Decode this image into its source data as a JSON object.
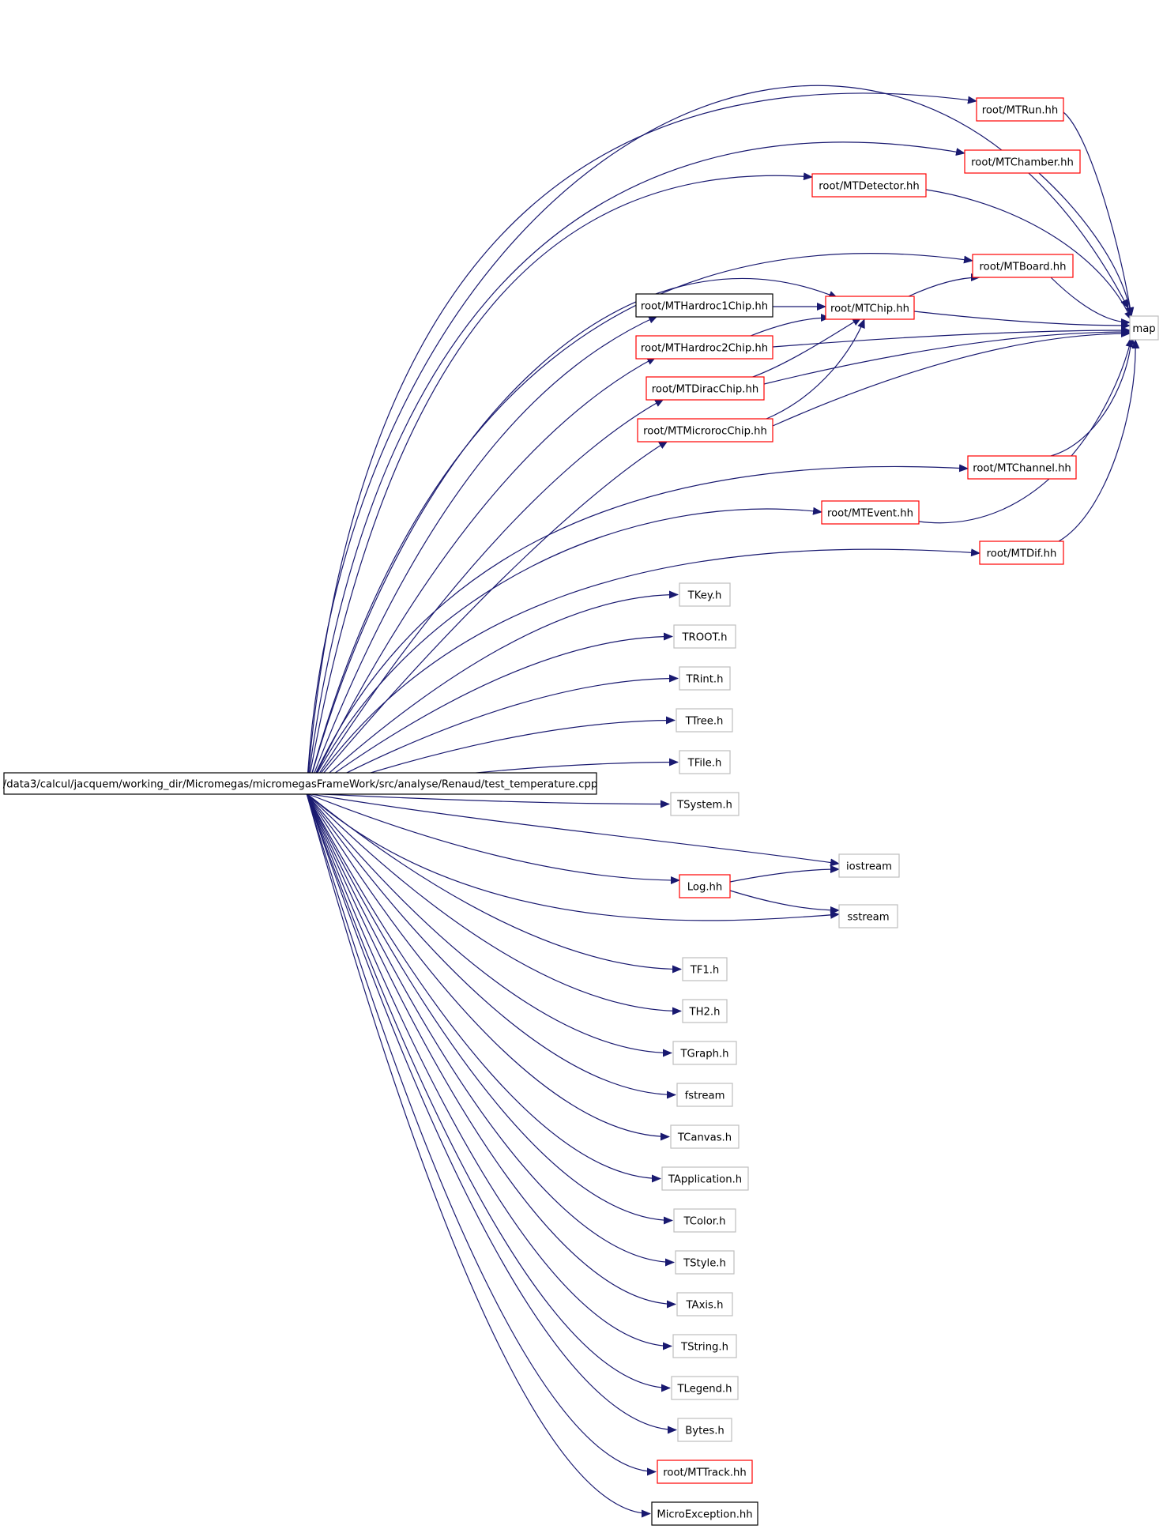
{
  "colors": {
    "edge": "#191970",
    "root_fill": "#bfbfbf",
    "border_root": "#000000",
    "border_black": "#000000",
    "border_red": "#ff0000",
    "border_gray": "#bfbfbf"
  },
  "nodes": {
    "root": {
      "label": "/data3/calcul/jacquem/working_dir/Micromegas/micromegasFrameWork/src/analyse/Renaud/test_temperature.cpp",
      "style": "root"
    },
    "map": {
      "label": "map",
      "style": "gray"
    },
    "mtrun": {
      "label": "root/MTRun.hh",
      "style": "red"
    },
    "mtchamber": {
      "label": "root/MTChamber.hh",
      "style": "red"
    },
    "mtdetector": {
      "label": "root/MTDetector.hh",
      "style": "red"
    },
    "mtboard": {
      "label": "root/MTBoard.hh",
      "style": "red"
    },
    "mthardroc1": {
      "label": "root/MTHardroc1Chip.hh",
      "style": "black"
    },
    "mtchip": {
      "label": "root/MTChip.hh",
      "style": "red"
    },
    "mthardroc2": {
      "label": "root/MTHardroc2Chip.hh",
      "style": "red"
    },
    "mtdirac": {
      "label": "root/MTDiracChip.hh",
      "style": "red"
    },
    "mtmicroroc": {
      "label": "root/MTMicrorocChip.hh",
      "style": "red"
    },
    "mtchannel": {
      "label": "root/MTChannel.hh",
      "style": "red"
    },
    "mtevent": {
      "label": "root/MTEvent.hh",
      "style": "red"
    },
    "mtdif": {
      "label": "root/MTDif.hh",
      "style": "red"
    },
    "tkey": {
      "label": "TKey.h",
      "style": "gray"
    },
    "troot": {
      "label": "TROOT.h",
      "style": "gray"
    },
    "trint": {
      "label": "TRint.h",
      "style": "gray"
    },
    "ttree": {
      "label": "TTree.h",
      "style": "gray"
    },
    "tfile": {
      "label": "TFile.h",
      "style": "gray"
    },
    "tsystem": {
      "label": "TSystem.h",
      "style": "gray"
    },
    "iostream": {
      "label": "iostream",
      "style": "gray"
    },
    "loghh": {
      "label": "Log.hh",
      "style": "red"
    },
    "sstream": {
      "label": "sstream",
      "style": "gray"
    },
    "tf1": {
      "label": "TF1.h",
      "style": "gray"
    },
    "th2": {
      "label": "TH2.h",
      "style": "gray"
    },
    "tgraph": {
      "label": "TGraph.h",
      "style": "gray"
    },
    "fstream": {
      "label": "fstream",
      "style": "gray"
    },
    "tcanvas": {
      "label": "TCanvas.h",
      "style": "gray"
    },
    "tapplication": {
      "label": "TApplication.h",
      "style": "gray"
    },
    "tcolor": {
      "label": "TColor.h",
      "style": "gray"
    },
    "tstyle": {
      "label": "TStyle.h",
      "style": "gray"
    },
    "taxis": {
      "label": "TAxis.h",
      "style": "gray"
    },
    "tstring": {
      "label": "TString.h",
      "style": "gray"
    },
    "tlegend": {
      "label": "TLegend.h",
      "style": "gray"
    },
    "bytes": {
      "label": "Bytes.h",
      "style": "gray"
    },
    "mttrack": {
      "label": "root/MTTrack.hh",
      "style": "red"
    },
    "microexception": {
      "label": "MicroException.hh",
      "style": "black"
    }
  },
  "edges": [
    [
      "root",
      "map"
    ],
    [
      "root",
      "mtrun"
    ],
    [
      "root",
      "mtchamber"
    ],
    [
      "root",
      "mtdetector"
    ],
    [
      "root",
      "mtboard"
    ],
    [
      "root",
      "mtchip"
    ],
    [
      "root",
      "mthardroc1"
    ],
    [
      "root",
      "mthardroc2"
    ],
    [
      "root",
      "mtdirac"
    ],
    [
      "root",
      "mtmicroroc"
    ],
    [
      "root",
      "mtchannel"
    ],
    [
      "root",
      "mtevent"
    ],
    [
      "root",
      "mtdif"
    ],
    [
      "root",
      "tkey"
    ],
    [
      "root",
      "troot"
    ],
    [
      "root",
      "trint"
    ],
    [
      "root",
      "ttree"
    ],
    [
      "root",
      "tfile"
    ],
    [
      "root",
      "tsystem"
    ],
    [
      "root",
      "iostream"
    ],
    [
      "root",
      "loghh"
    ],
    [
      "root",
      "sstream"
    ],
    [
      "root",
      "tf1"
    ],
    [
      "root",
      "th2"
    ],
    [
      "root",
      "tgraph"
    ],
    [
      "root",
      "fstream"
    ],
    [
      "root",
      "tcanvas"
    ],
    [
      "root",
      "tapplication"
    ],
    [
      "root",
      "tcolor"
    ],
    [
      "root",
      "tstyle"
    ],
    [
      "root",
      "taxis"
    ],
    [
      "root",
      "tstring"
    ],
    [
      "root",
      "tlegend"
    ],
    [
      "root",
      "bytes"
    ],
    [
      "root",
      "mttrack"
    ],
    [
      "root",
      "microexception"
    ],
    [
      "mtrun",
      "map"
    ],
    [
      "mtchamber",
      "map"
    ],
    [
      "mtdetector",
      "map"
    ],
    [
      "mtboard",
      "map"
    ],
    [
      "mtchip",
      "mtboard"
    ],
    [
      "mtchip",
      "map"
    ],
    [
      "mthardroc1",
      "mtchip"
    ],
    [
      "mthardroc2",
      "mtchip"
    ],
    [
      "mthardroc2",
      "map"
    ],
    [
      "mtdirac",
      "mtchip"
    ],
    [
      "mtdirac",
      "map"
    ],
    [
      "mtmicroroc",
      "mtchip"
    ],
    [
      "mtmicroroc",
      "map"
    ],
    [
      "mtchannel",
      "map"
    ],
    [
      "mtevent",
      "map"
    ],
    [
      "mtdif",
      "map"
    ],
    [
      "loghh",
      "iostream"
    ],
    [
      "loghh",
      "sstream"
    ]
  ]
}
